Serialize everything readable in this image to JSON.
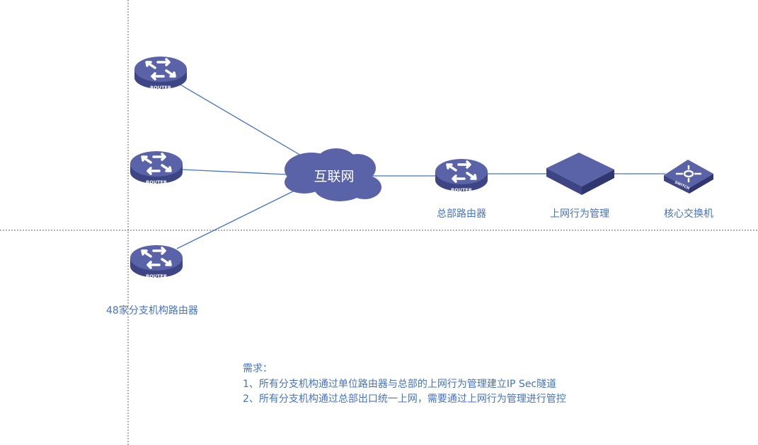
{
  "cloud": {
    "label": "互联网"
  },
  "devices": {
    "branch_router_tag": "ROUTER",
    "hq_router": {
      "label": "总部路由器",
      "tag": "ROUTER"
    },
    "behavior_mgmt": {
      "label": "上网行为管理"
    },
    "core_switch": {
      "label": "核心交换机",
      "tag": "SWITCH"
    }
  },
  "branch_label": "48家分支机构路由器",
  "requirements": {
    "title": "需求：",
    "items": [
      "1、所有分支机构通过单位路由器与总部的上网行为管理建立IP Sec隧道",
      "2、所有分支机构通过总部出口统一上网，需要通过上网行为管理进行管控"
    ]
  },
  "colors": {
    "accent": "#4472c4",
    "device": "#5a63a8",
    "device_dark": "#3d4585"
  }
}
